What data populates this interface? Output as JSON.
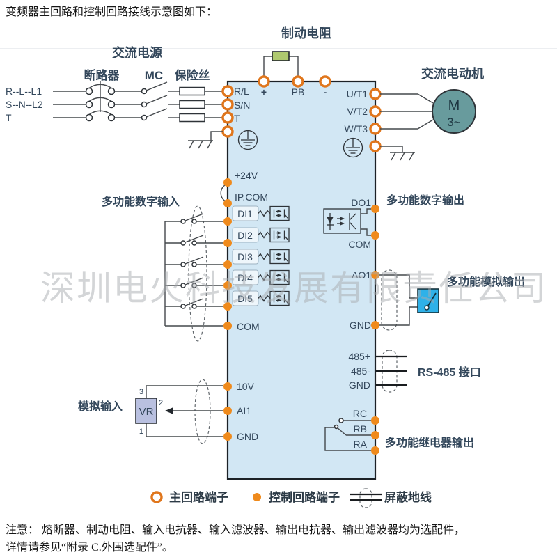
{
  "title": "变频器主回路和控制回路接线示意图如下：",
  "watermark": "深圳电火科技发展有限责任公司",
  "sections": {
    "brake_resistor": "制动电阻",
    "ac_power": "交流电源",
    "breaker": "断路器",
    "contactor": "MC",
    "fuse": "保险丝",
    "ac_motor": "交流电动机",
    "digital_input": "多功能数字输入",
    "analog_input": "模拟输入",
    "digital_output": "多功能数字输出",
    "analog_output": "多功能模拟输出",
    "rs485": "RS-485 接口",
    "relay_output": "多功能继电器输出"
  },
  "phases": [
    "R--L--L1",
    "S--N--L2",
    "T"
  ],
  "terminals": {
    "top": [
      "+",
      "PB",
      "-"
    ],
    "left_main": [
      "R/L",
      "S/N",
      "T"
    ],
    "right_main": [
      "U/T1",
      "V/T2",
      "W/T3"
    ],
    "power": [
      "+24V",
      "IP.COM"
    ],
    "digital_in": [
      "DI1",
      "DI2",
      "DI3",
      "DI4",
      "DI5"
    ],
    "digital_in_common": "COM",
    "analog_in": [
      "10V",
      "AI1",
      "GND"
    ],
    "digital_out": [
      "DO1",
      "COM"
    ],
    "analog_out": [
      "AO1",
      "GND"
    ],
    "rs485": [
      "485+",
      "485-",
      "GND"
    ],
    "relay": [
      "RC",
      "RB",
      "RA"
    ]
  },
  "motor": {
    "symbol": "M",
    "phase": "3~"
  },
  "vr": {
    "label": "VR",
    "pins": [
      "3",
      "2",
      "1"
    ]
  },
  "legend": {
    "main": "主回路端子",
    "control": "控制回路端子",
    "shield": "屏蔽地线"
  },
  "note": {
    "line1": "注意：  熔断器、制动电阻、输入电抗器、输入滤波器、输出电抗器、输出滤波器均为选配件，",
    "line2": "详情请参见“附录 C.外围选配件”。"
  },
  "colors": {
    "block_fill": "#d2e7f4",
    "terminal_orange": "#ef8a1c",
    "ring_orange": "#e0761c",
    "resistor_green": "#afc96f",
    "motor_teal": "#689b9d",
    "meter_blue": "#2fb1e8",
    "vr_purple": "#b9c0e0",
    "label_navy": "#33475b"
  }
}
